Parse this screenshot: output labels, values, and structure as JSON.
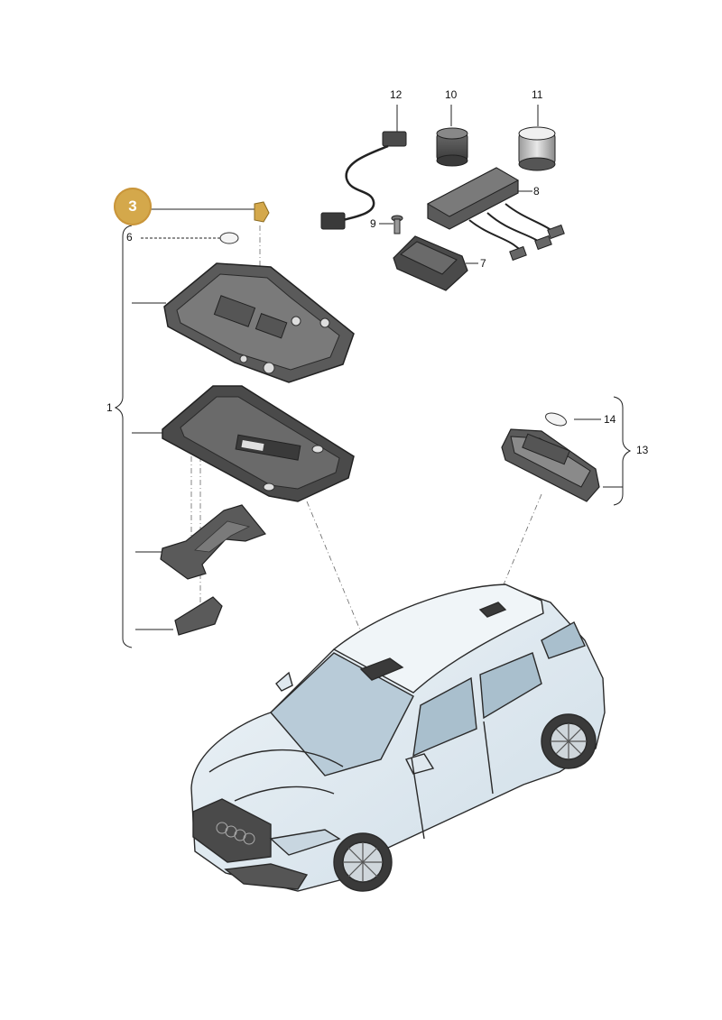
{
  "diagram": {
    "highlighted_part": "3",
    "highlight_color": "#d4a84b",
    "line_color": "#222222",
    "part_fill": "#4a4a4a",
    "car_fill": "#dfeaf1"
  },
  "callouts": {
    "p1": "1",
    "p6": "6",
    "p7": "7",
    "p8": "8",
    "p9": "9",
    "p10": "10",
    "p11": "11",
    "p12": "12",
    "p13": "13",
    "p14": "14"
  }
}
